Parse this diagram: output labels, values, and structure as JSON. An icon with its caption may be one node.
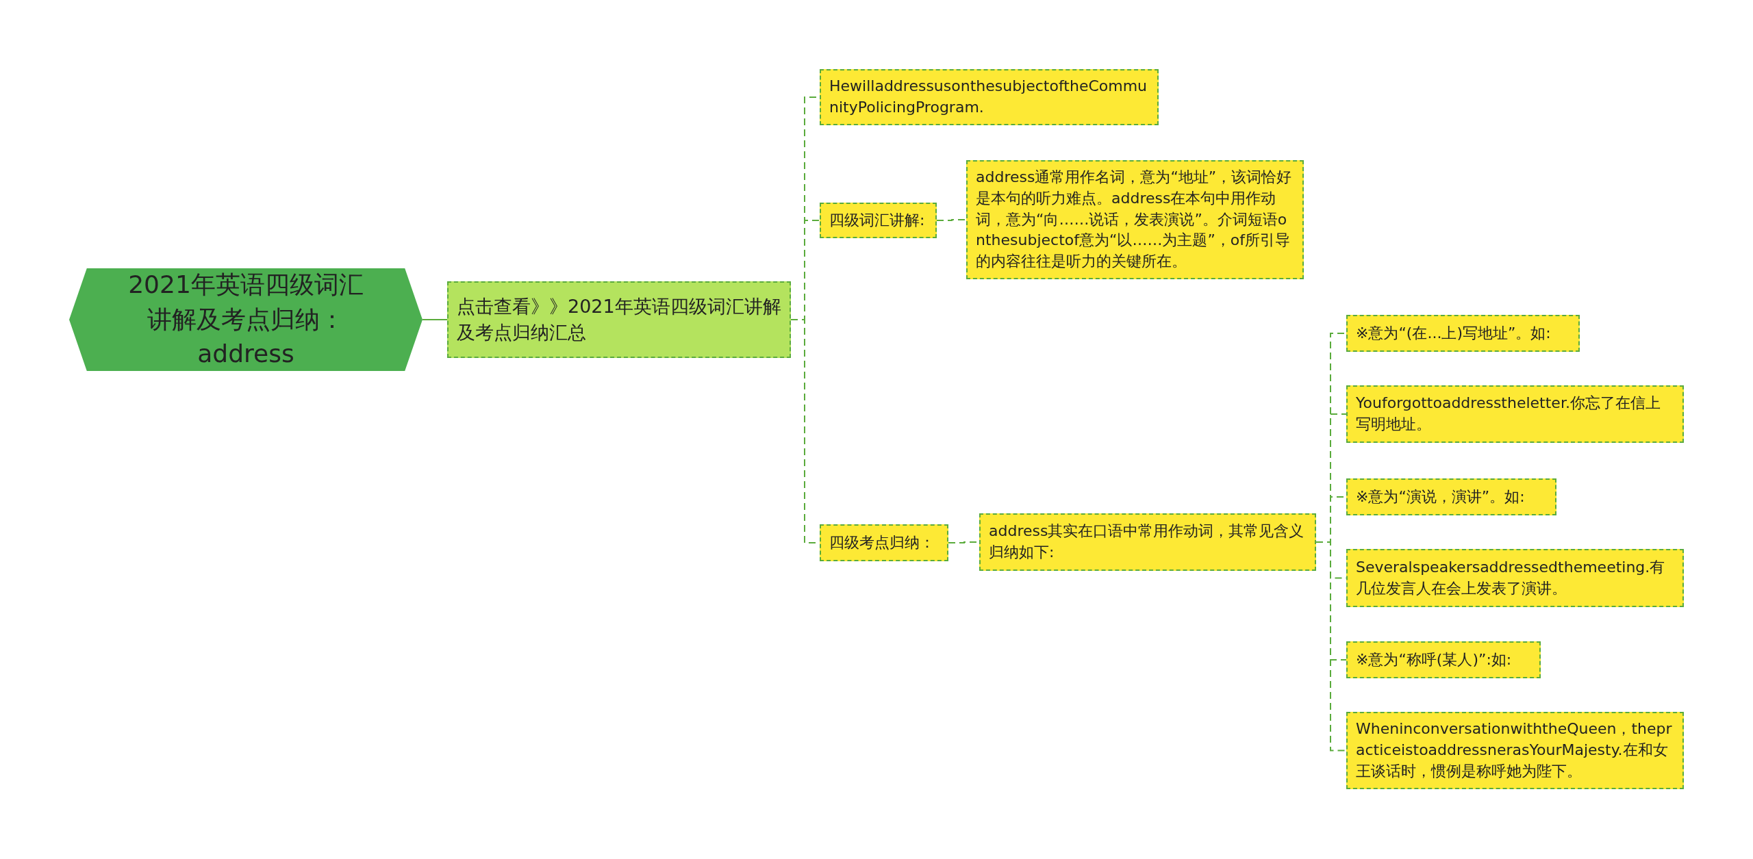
{
  "diagram": {
    "nodes": [
      {
        "text": [
          "2021年英语四级词汇讲解及考点归纳：address"
        ]
      },
      {
        "text": [
          "点击查看》》2021年英语四级词汇讲解及考点归纳汇总"
        ]
      },
      {
        "text": [
          "HewilladdressusonthesubjectoftheCommunityPolicingProgram."
        ]
      },
      {
        "text": [
          "四级词汇讲解:"
        ]
      },
      {
        "text": [
          "address通常用作名词，意为“地址”，该词恰好是本句的听力难点。address在本句中用作动词，意为“向……说话，发表演说”。介词短语onthesubjectof意为“以……为主题”，of所引导的内容往往是听力的关键所在。"
        ]
      },
      {
        "text": [
          "四级考点归纳："
        ]
      },
      {
        "text": [
          "address其实在口语中常用作动词，其常见含义归纳如下:"
        ]
      },
      {
        "text": [
          "※意为“(在...上)写地址”。如:"
        ]
      },
      {
        "text": [
          "Youforgottoaddresstheletter.你忘了在信上写明地址。"
        ]
      },
      {
        "text": [
          "※意为“演说，演讲”。如:"
        ]
      },
      {
        "text": [
          "Severalspeakersaddressedthemeeting.有几位发言人在会上发表了演讲。"
        ]
      },
      {
        "text": [
          "※意为“称呼(某人)”:如:"
        ]
      },
      {
        "text": [
          "WheninconversationwiththeQueen，thepracticeistoaddressnerasYourMajesty.在和女王谈话时，惯例是称呼她为陛下。"
        ]
      }
    ],
    "edges": [
      {
        "from": 0,
        "to": 1,
        "arrow": "none"
      },
      {
        "from": 1,
        "to": 2,
        "arrow": "none",
        "style": "dashed"
      },
      {
        "from": 1,
        "to": 3,
        "arrow": "none",
        "style": "dashed"
      },
      {
        "from": 1,
        "to": 5,
        "arrow": "none",
        "style": "dashed"
      },
      {
        "from": 3,
        "to": 4,
        "arrow": "none",
        "style": "dashed"
      },
      {
        "from": 5,
        "to": 6,
        "arrow": "none",
        "style": "dashed"
      },
      {
        "from": 6,
        "to": 7,
        "arrow": "none",
        "style": "dashed"
      },
      {
        "from": 6,
        "to": 8,
        "arrow": "none",
        "style": "dashed"
      },
      {
        "from": 6,
        "to": 9,
        "arrow": "none",
        "style": "dashed"
      },
      {
        "from": 6,
        "to": 10,
        "arrow": "none",
        "style": "dashed"
      },
      {
        "from": 6,
        "to": 11,
        "arrow": "none",
        "style": "dashed"
      },
      {
        "from": 6,
        "to": 12,
        "arrow": "none",
        "style": "dashed"
      }
    ]
  }
}
